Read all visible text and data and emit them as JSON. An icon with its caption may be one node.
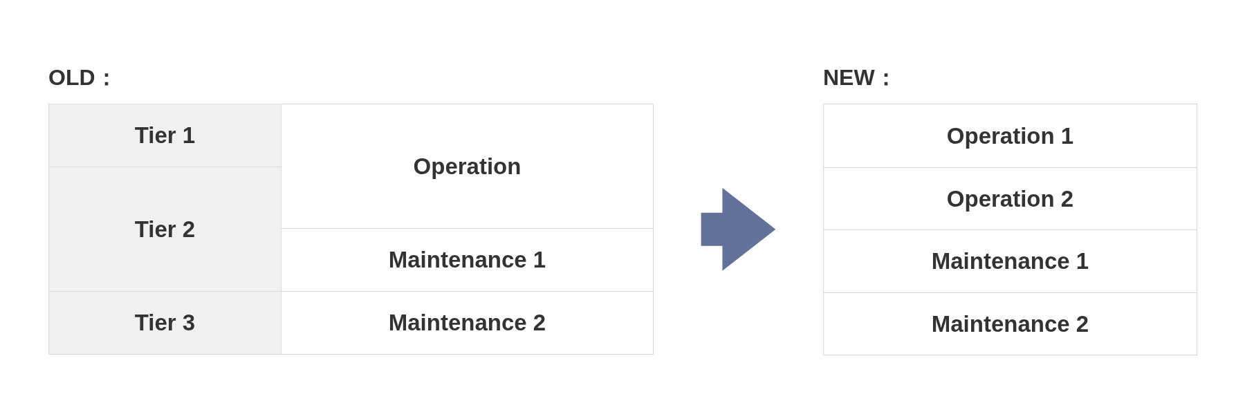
{
  "diagram": {
    "nodes": [
      {
        "text": [
          "OLD："
        ]
      },
      {
        "text": [
          "Tier 1"
        ],
        "in": 0
      },
      {
        "text": [
          "Operation"
        ],
        "in": 0
      },
      {
        "text": [
          "Tier 2"
        ],
        "in": 0
      },
      {
        "text": [
          "Maintenance 1"
        ],
        "in": 0
      },
      {
        "text": [
          "Tier 3"
        ],
        "in": 0
      },
      {
        "text": [
          "Maintenance 2"
        ],
        "in": 0
      },
      {
        "text": [
          "NEW："
        ]
      },
      {
        "text": [
          "Operation 1"
        ],
        "in": 7
      },
      {
        "text": [
          "Operation 2"
        ],
        "in": 7
      },
      {
        "text": [
          "Maintenance 1"
        ],
        "in": 7
      },
      {
        "text": [
          "Maintenance 2"
        ],
        "in": 7
      }
    ],
    "edges": [
      {
        "from": 0,
        "to": 7,
        "arrow": "to"
      }
    ]
  }
}
